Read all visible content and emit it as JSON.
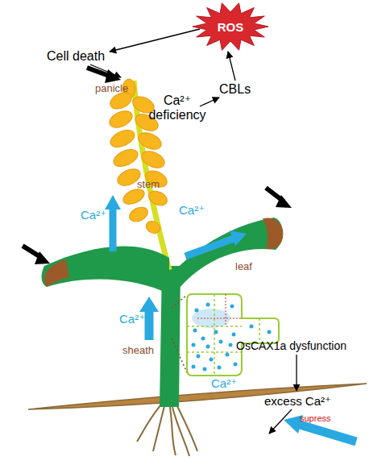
{
  "diagram": {
    "nodes": [
      {
        "text": [
          "ROS"
        ]
      }
    ],
    "labels": [
      "Cell death",
      "CBLs",
      "panicle",
      "Ca²⁺ deficiency",
      "Ca²⁺",
      "stem",
      "Ca²⁺",
      "leaf",
      "Ca²⁺",
      "sheath",
      "OsCAX1a dysfunction",
      "Ca²⁺",
      "excess Ca²⁺",
      "supress"
    ]
  }
}
